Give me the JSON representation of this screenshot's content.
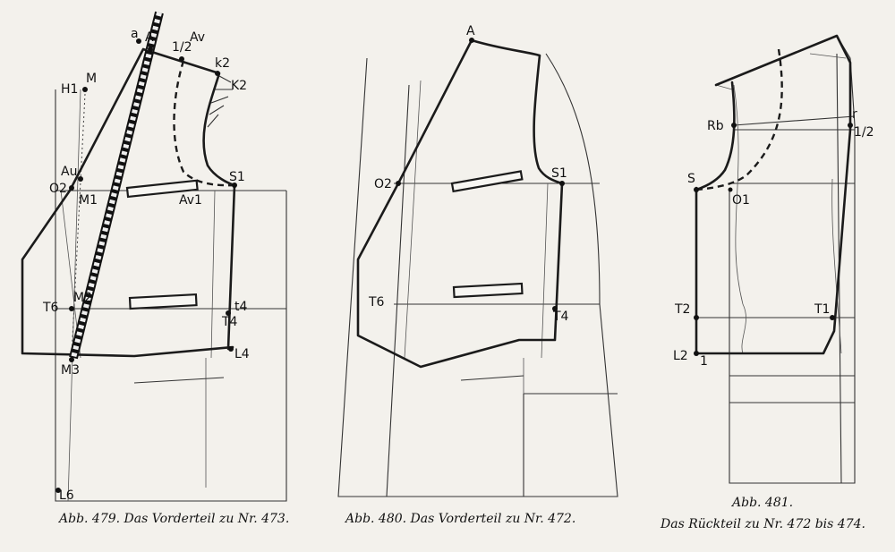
{
  "figures": [
    {
      "id": "abb479",
      "caption": "Abb. 479.  Das Vorderteil zu Nr. 473.",
      "labels": [
        "a",
        "A",
        "1/2",
        "Av",
        "k2",
        "K2",
        "M",
        "H1",
        "Au",
        "O2",
        "M1",
        "Av1",
        "S1",
        "T6",
        "M2",
        "t4",
        "T4",
        "L4",
        "M3",
        "L6"
      ]
    },
    {
      "id": "abb480",
      "caption": "Abb. 480.  Das Vorderteil zu Nr. 472.",
      "labels": [
        "A",
        "O2",
        "S1",
        "T6",
        "T4"
      ]
    },
    {
      "id": "abb481",
      "caption_line1": "Abb. 481.",
      "caption_line2": "Das Rückteil zu Nr. 472 bis 474.",
      "labels": [
        "Rb",
        "r",
        "1/2",
        "S",
        "O1",
        "T2",
        "T1",
        "L2",
        "1"
      ]
    }
  ],
  "colors": {
    "ink": "#1b1b1b",
    "paper": "#f3f1ec"
  }
}
